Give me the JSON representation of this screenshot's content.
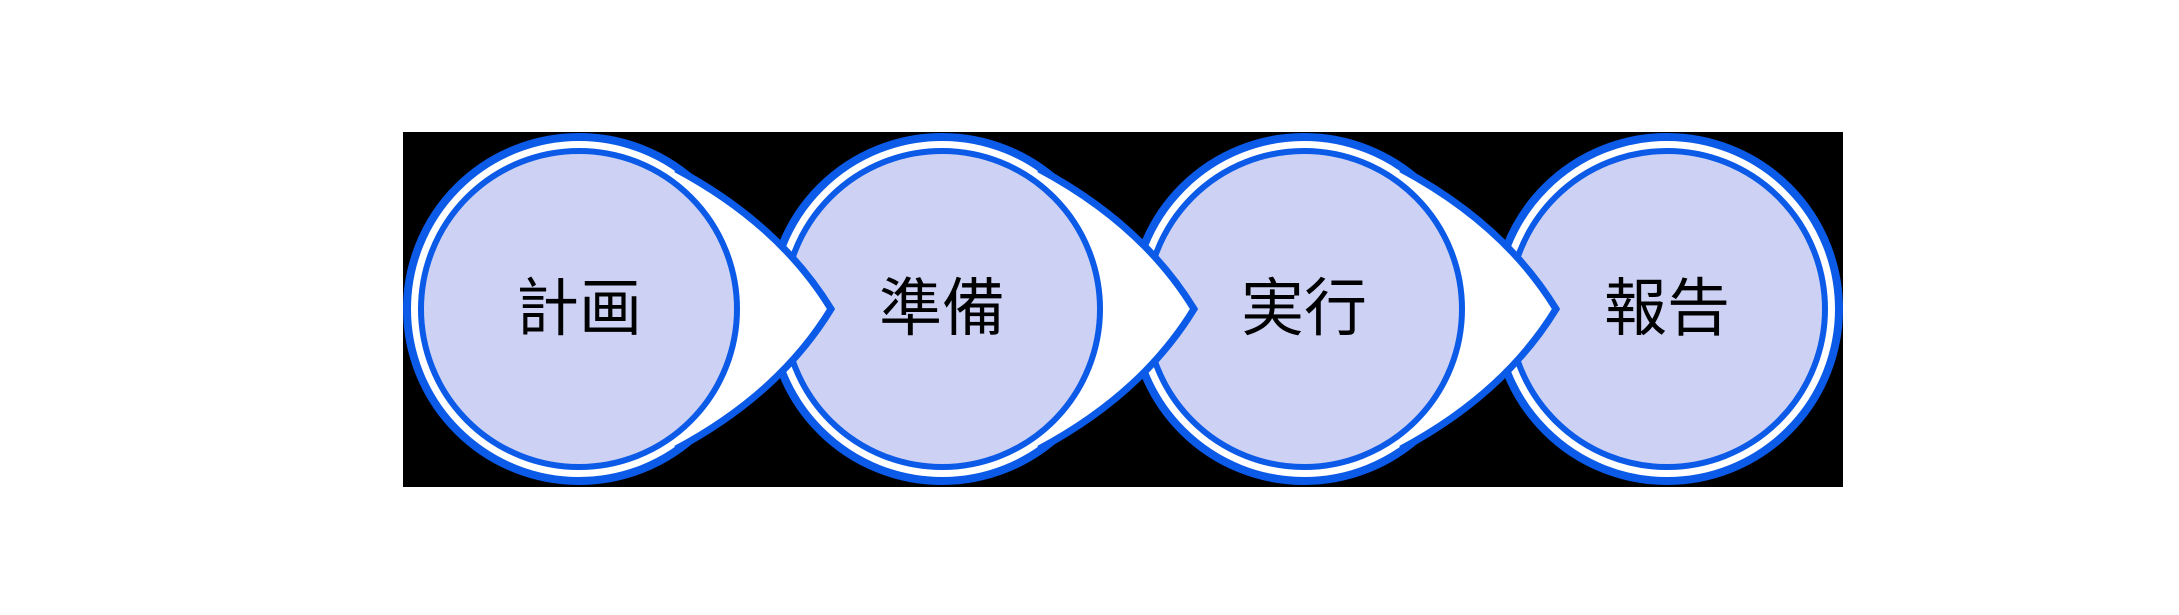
{
  "diagram": {
    "steps": [
      {
        "label": "計画"
      },
      {
        "label": "準備"
      },
      {
        "label": "実行"
      },
      {
        "label": "報告"
      }
    ],
    "colors": {
      "background": "#000000",
      "outline": "#0B5AE8",
      "ring_gap": "#FFFFFF",
      "circle_fill": "#CDD2F5",
      "arrow_fill": "#FFFFFF",
      "text": "#000000"
    }
  }
}
